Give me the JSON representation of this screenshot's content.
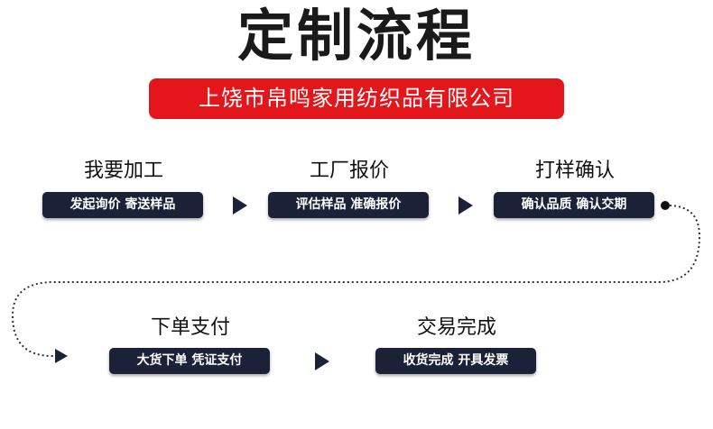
{
  "title": "定制流程",
  "company": "上饶市帛鸣家用纺织品有限公司",
  "steps": [
    {
      "title": "我要加工",
      "detail": "发起询价 寄送样品"
    },
    {
      "title": "工厂报价",
      "detail": "评估样品 准确报价"
    },
    {
      "title": "打样确认",
      "detail": "确认品质 确认交期"
    },
    {
      "title": "下单支付",
      "detail": "大货下单 凭证支付"
    },
    {
      "title": "交易完成",
      "detail": "收货完成 开具发票"
    }
  ],
  "colors": {
    "accent": "#e4161b",
    "pill": "#1b2136",
    "connector": "#333333"
  }
}
